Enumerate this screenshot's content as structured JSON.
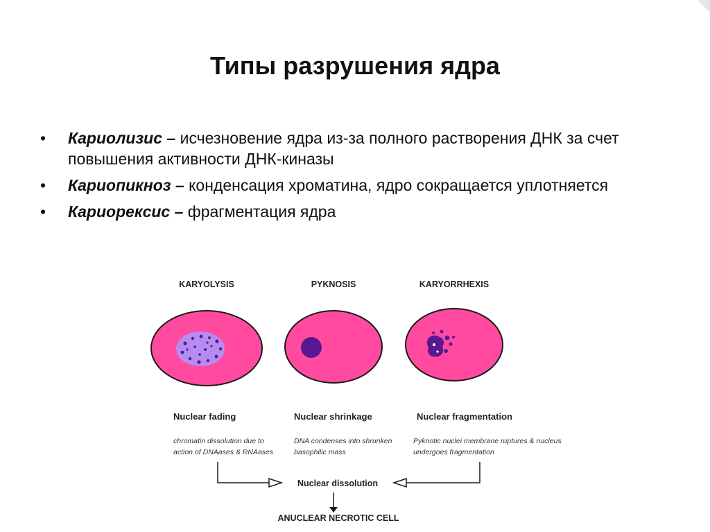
{
  "title": "Типы разрушения ядра",
  "bullets": [
    {
      "term": "Кариолизис",
      "dash": " – ",
      "text": "исчезновение ядра из-за полного растворения ДНК за счет повышения активности ДНК-киназы"
    },
    {
      "term": "Кариопикноз",
      "dash": " – ",
      "text": "конденсация хроматина, ядро сокращается уплотняется"
    },
    {
      "term": "Кариорексис",
      "dash": " – ",
      "text": "фрагментация ядра"
    }
  ],
  "bullet_symbol": "•",
  "diagram": {
    "columns": [
      {
        "heading": "KARYOLYSIS",
        "label": "Nuclear fading",
        "note_line1": "chromatin dissolution due to",
        "note_line2": "action of DNAases & RNAases"
      },
      {
        "heading": "PYKNOSIS",
        "label": "Nuclear shrinkage",
        "note_line1": "DNA condenses into shrunken",
        "note_line2": "basophilic mass"
      },
      {
        "heading": "KARYORRHEXIS",
        "label": "Nuclear fragmentation",
        "note_line1": "Pyknotic nuclei membrane ruptures & nucleus",
        "note_line2": "undergoes fragmentation"
      }
    ],
    "dissolution": "Nuclear dissolution",
    "result": "ANUCLEAR NECROTIC CELL",
    "colors": {
      "cell_fill": "#ff4aa0",
      "cell_stroke": "#1a1a1a",
      "faded_nucleus": "#b58cf0",
      "chromatin": "#5a1890"
    }
  }
}
